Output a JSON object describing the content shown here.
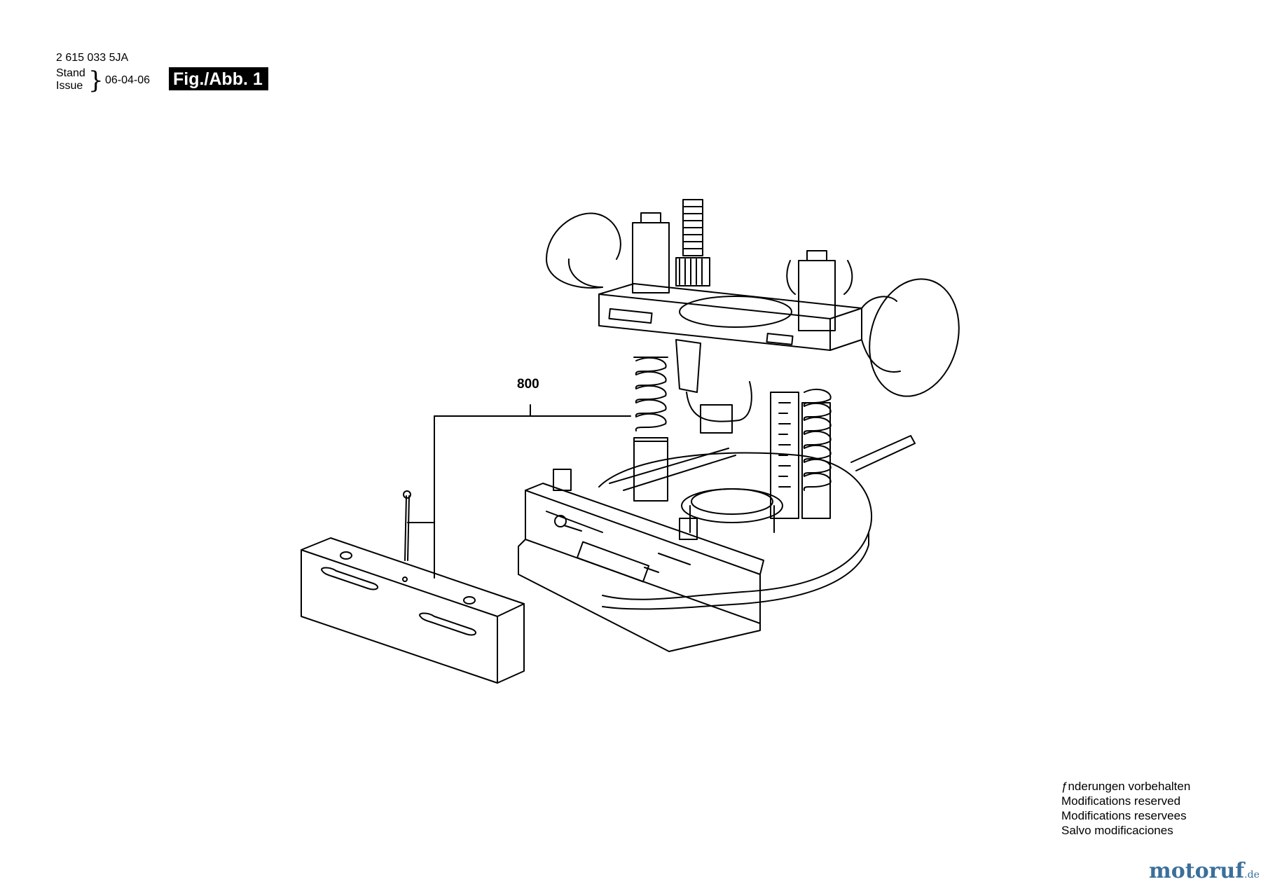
{
  "header": {
    "part_number": "2 615 033 5JA",
    "stand": "Stand",
    "issue": "Issue",
    "date": "06-04-06",
    "figure": "Fig./Abb. 1"
  },
  "callouts": [
    {
      "label": "800"
    }
  ],
  "notes": [
    "ƒnderungen vorbehalten",
    "Modifications reserved",
    "Modifications reservees",
    "Salvo modificaciones"
  ],
  "watermark": {
    "brand": "motoruf",
    "tld": ".de",
    "color": "#3a6f99"
  }
}
